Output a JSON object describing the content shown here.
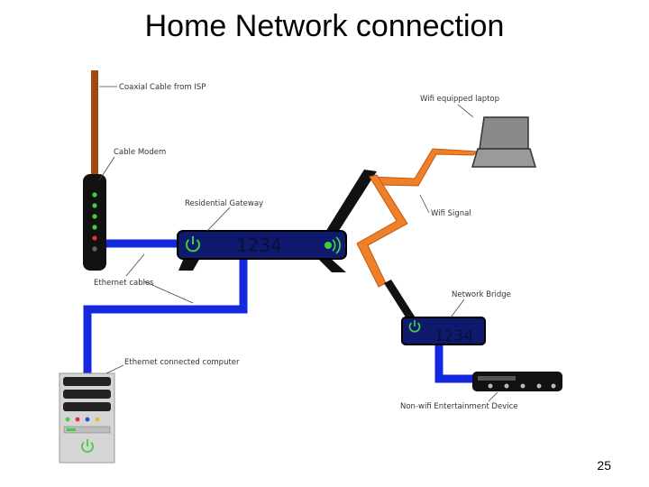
{
  "slide": {
    "title": "Home Network connection",
    "page_number": "25"
  },
  "labels": {
    "coax": "Coaxial Cable from ISP",
    "modem": "Cable Modem",
    "gateway": "Residential Gateway",
    "ethernet_cables": "Ethernet cables",
    "computer": "Ethernet connected computer",
    "laptop": "Wifi equipped laptop",
    "wifi_signal": "Wifi Signal",
    "bridge": "Network Bridge",
    "entertainment": "Non-wifi Entertainment Device"
  },
  "ports": {
    "gateway": "1234",
    "bridge": "1234"
  },
  "colors": {
    "coax": "#a04a10",
    "ethernet": "#1428e0",
    "device_body": "#0f1a6e",
    "wifi": "#f07f2a",
    "led_green": "#3fcf3f",
    "led_red": "#e83030"
  }
}
